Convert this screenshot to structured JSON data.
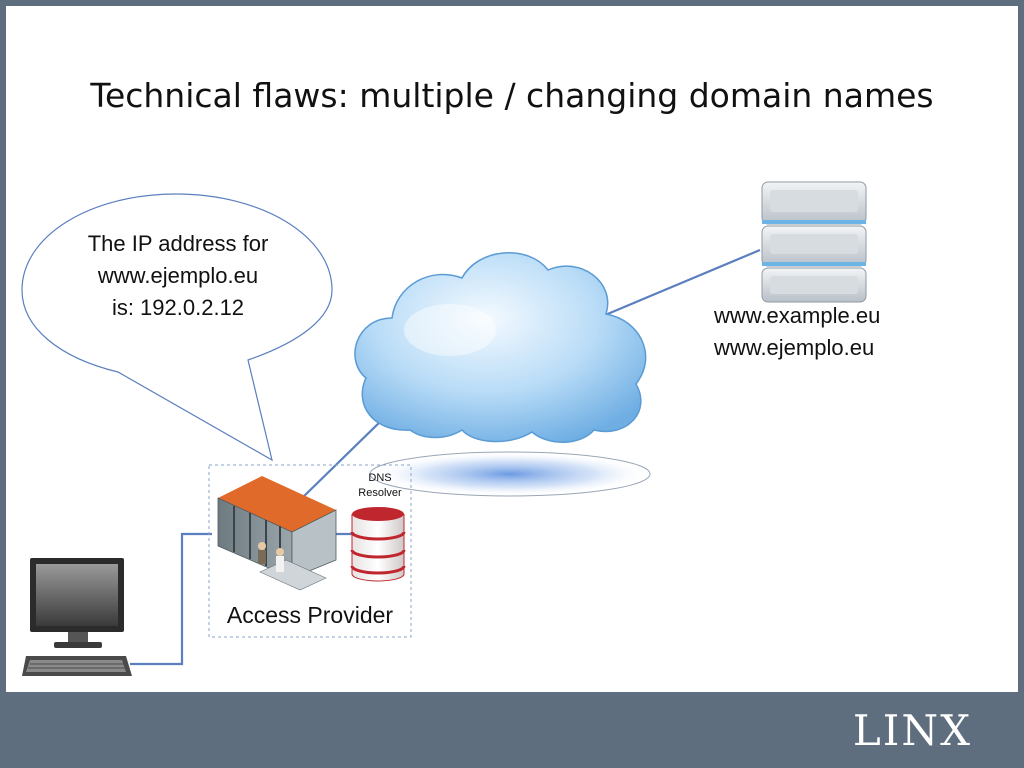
{
  "slide": {
    "title": "Technical flaws: multiple / changing domain names"
  },
  "speech_bubble": {
    "lines": [
      "The IP address for",
      "www.ejemplo.eu",
      "is: 192.0.2.12"
    ]
  },
  "server": {
    "hostnames": [
      "www.example.eu",
      "www.ejemplo.eu"
    ]
  },
  "dns_resolver": {
    "lines": [
      "DNS",
      "Resolver"
    ]
  },
  "access_provider": {
    "label": "Access Provider"
  },
  "footer": {
    "logo_prefix": "LIN",
    "logo_x": "X"
  },
  "colors": {
    "frame": "#5e6e7e",
    "link": "#5b7fbf",
    "cloud": "#a9d1f3",
    "server_stripe": "#6cb4e6",
    "resolver": "#c0262d",
    "roof": "#e06a2a"
  }
}
